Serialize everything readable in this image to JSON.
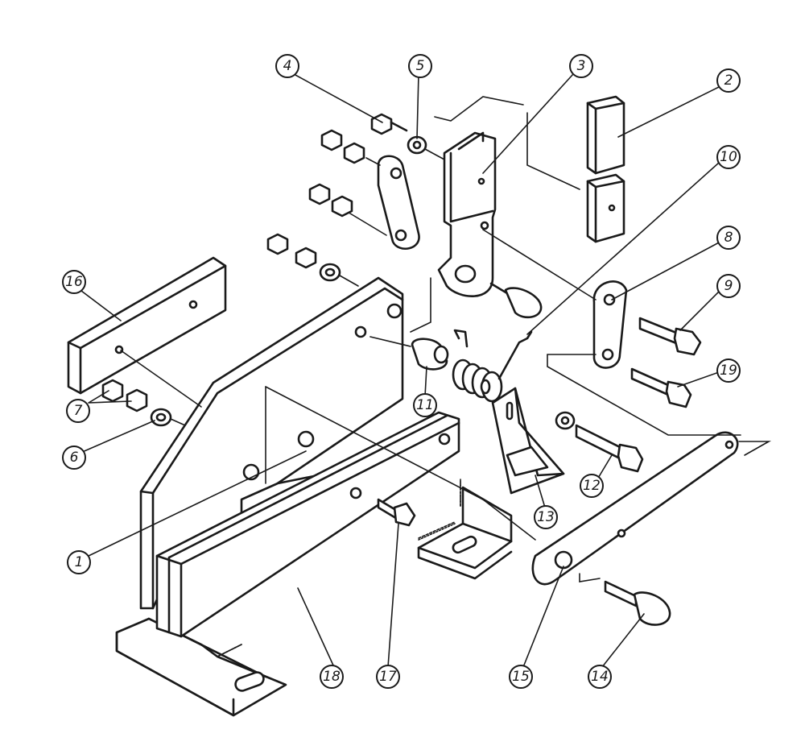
{
  "callouts": [
    {
      "label": "1"
    },
    {
      "label": "2"
    },
    {
      "label": "3"
    },
    {
      "label": "4"
    },
    {
      "label": "5"
    },
    {
      "label": "6"
    },
    {
      "label": "7"
    },
    {
      "label": "8"
    },
    {
      "label": "9"
    },
    {
      "label": "10"
    },
    {
      "label": "11"
    },
    {
      "label": "12"
    },
    {
      "label": "13"
    },
    {
      "label": "14"
    },
    {
      "label": "15"
    },
    {
      "label": "16"
    },
    {
      "label": "17"
    },
    {
      "label": "18"
    },
    {
      "label": "19"
    }
  ]
}
